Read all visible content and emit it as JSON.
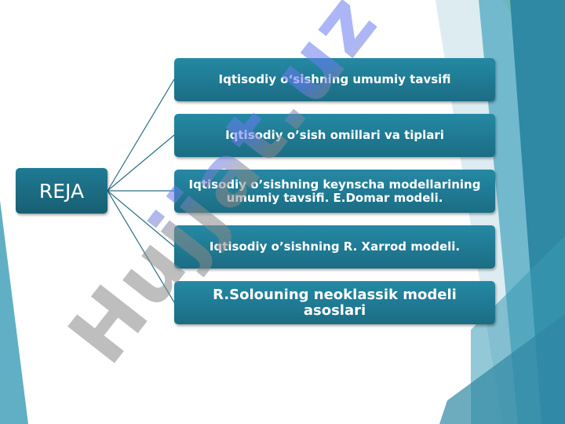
{
  "diagram": {
    "root": {
      "label": "REJA"
    },
    "branches": [
      {
        "label": "Iqtisodiy o‘sishning umumiy tavsifi"
      },
      {
        "label": "Iqtisodiy o’sish omillari va tiplari"
      },
      {
        "label": "Iqtisodiy o’sishning keynscha modellarining umumiy tavsifi. E.Domar modeli."
      },
      {
        "label": "Iqtisodiy o’sishning R. Xarrod modeli."
      },
      {
        "label": "R.Solouning  neoklassik  modeli asoslari"
      }
    ]
  },
  "watermark": {
    "text": "Hujjat.uz"
  },
  "colors": {
    "box": "#1f7a93",
    "connector": "#2a6f84",
    "accent_teal": "#3a9bb5",
    "accent_green": "#a8d43a",
    "watermark_blue": "#6a7cf0",
    "watermark_gray": "#8a8a8a"
  }
}
